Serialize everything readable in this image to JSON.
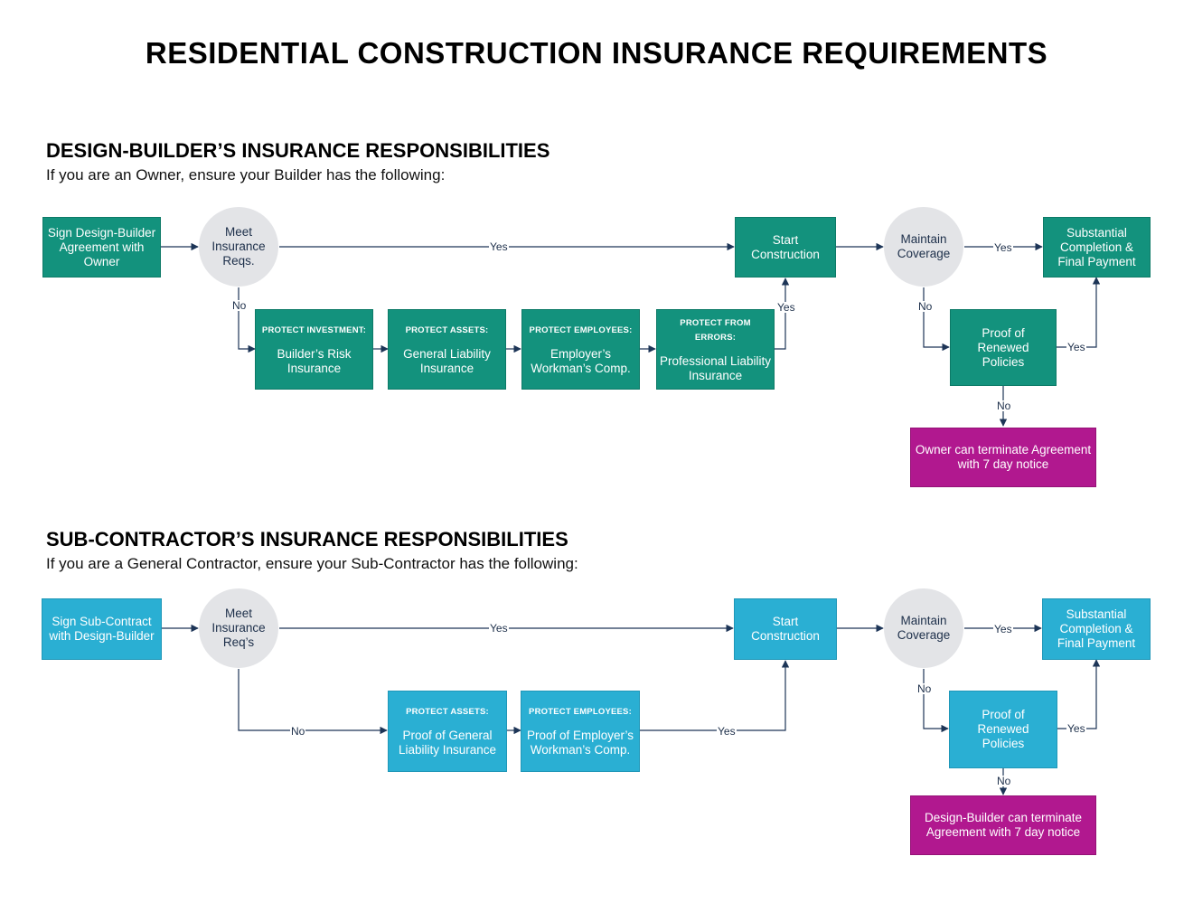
{
  "title": "RESIDENTIAL CONSTRUCTION INSURANCE REQUIREMENTS",
  "colors": {
    "green": "#13927d",
    "blue": "#2aafd3",
    "magenta": "#b1188f",
    "circle": "#e3e4e7",
    "arrow": "#1d3557"
  },
  "design_builder": {
    "heading": "DESIGN-BUILDER’S INSURANCE RESPONSIBILITIES",
    "subheading": "If you are an Owner, ensure your Builder has the following:",
    "sign": "Sign Design-Builder Agreement with Owner",
    "meet": "Meet Insurance Reqs.",
    "steps": [
      {
        "header": "PROTECT INVESTMENT:",
        "text": "Builder’s Risk Insurance"
      },
      {
        "header": "PROTECT ASSETS:",
        "text": "General Liability Insurance"
      },
      {
        "header": "PROTECT EMPLOYEES:",
        "text": "Employer’s Workman’s Comp."
      },
      {
        "header": "PROTECT FROM ERRORS:",
        "text": "Professional Liability Insurance"
      }
    ],
    "start": "Start Construction",
    "maintain": "Maintain Coverage",
    "completion": "Substantial Completion & Final Payment",
    "proof": "Proof of Renewed Policies",
    "terminate": "Owner can terminate Agreement with 7 day notice"
  },
  "sub_contractor": {
    "heading": "SUB-CONTRACTOR’S INSURANCE RESPONSIBILITIES",
    "subheading": "If you are a General Contractor, ensure your Sub-Contractor has the following:",
    "sign": "Sign Sub-Contract with Design-Builder",
    "meet": "Meet Insurance Req’s",
    "steps": [
      {
        "header": "PROTECT ASSETS:",
        "text": "Proof of General Liability Insurance"
      },
      {
        "header": "PROTECT EMPLOYEES:",
        "text": "Proof of Employer’s Workman’s Comp."
      }
    ],
    "start": "Start Construction",
    "maintain": "Maintain Coverage",
    "completion": "Substantial Completion & Final Payment",
    "proof": "Proof of Renewed Policies",
    "terminate": "Design-Builder can terminate Agreement with 7 day notice"
  },
  "labels": {
    "yes": "Yes",
    "no": "No"
  }
}
